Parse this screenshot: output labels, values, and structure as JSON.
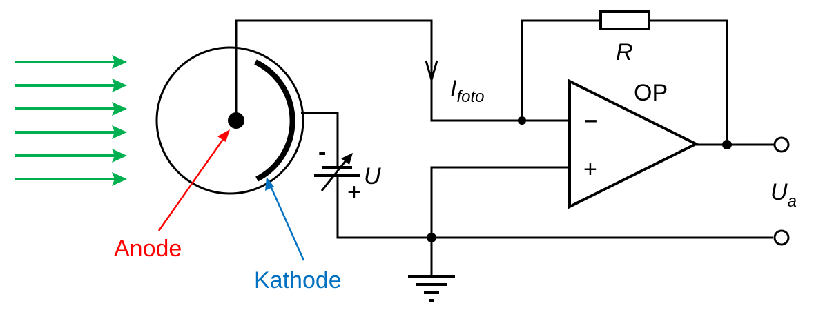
{
  "labels": {
    "anode": "Anode",
    "kathode": "Kathode",
    "current_main": "I",
    "current_sub": "foto",
    "resistor": "R",
    "opamp": "OP",
    "opamp_minus": "–",
    "opamp_plus": "+",
    "voltage": "U",
    "battery_minus": "-",
    "battery_plus": "+",
    "output_main": "U",
    "output_sub": "a"
  },
  "colors": {
    "light": "#00b050",
    "anode": "#ff0000",
    "kathode": "#0070c0",
    "wire": "#000000"
  }
}
